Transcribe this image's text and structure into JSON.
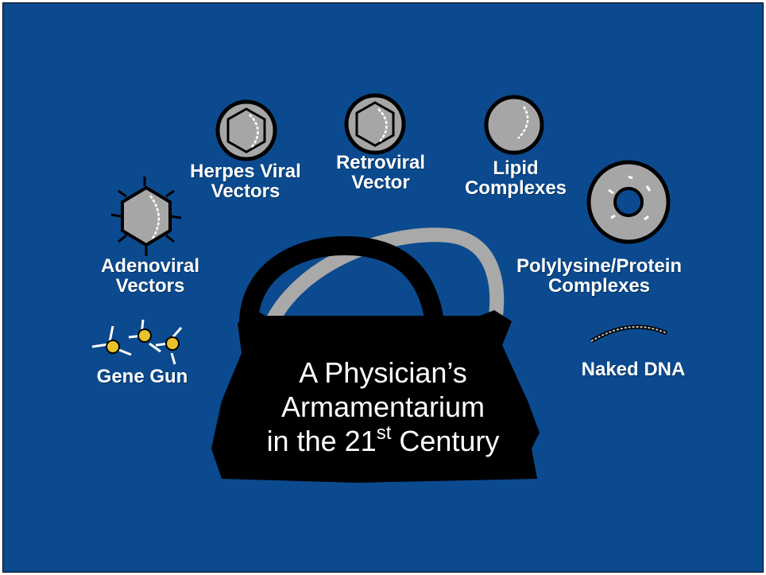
{
  "slide": {
    "background": "#0b4a8e",
    "title": {
      "line1": "A Physician’s",
      "line2": "Armamentarium",
      "line3_prefix": "in the 21",
      "line3_sup": "st",
      "line3_suffix": " Century"
    },
    "labels": {
      "herpes": [
        "Herpes Viral",
        "Vectors"
      ],
      "retroviral": [
        "Retroviral",
        "Vector"
      ],
      "lipid": [
        "Lipid",
        "Complexes"
      ],
      "adenoviral": [
        "Adenoviral",
        "Vectors"
      ],
      "polylysine": [
        "Polylysine/Protein",
        "Complexes"
      ],
      "gene_gun": "Gene Gun",
      "naked_dna": "Naked DNA"
    }
  }
}
